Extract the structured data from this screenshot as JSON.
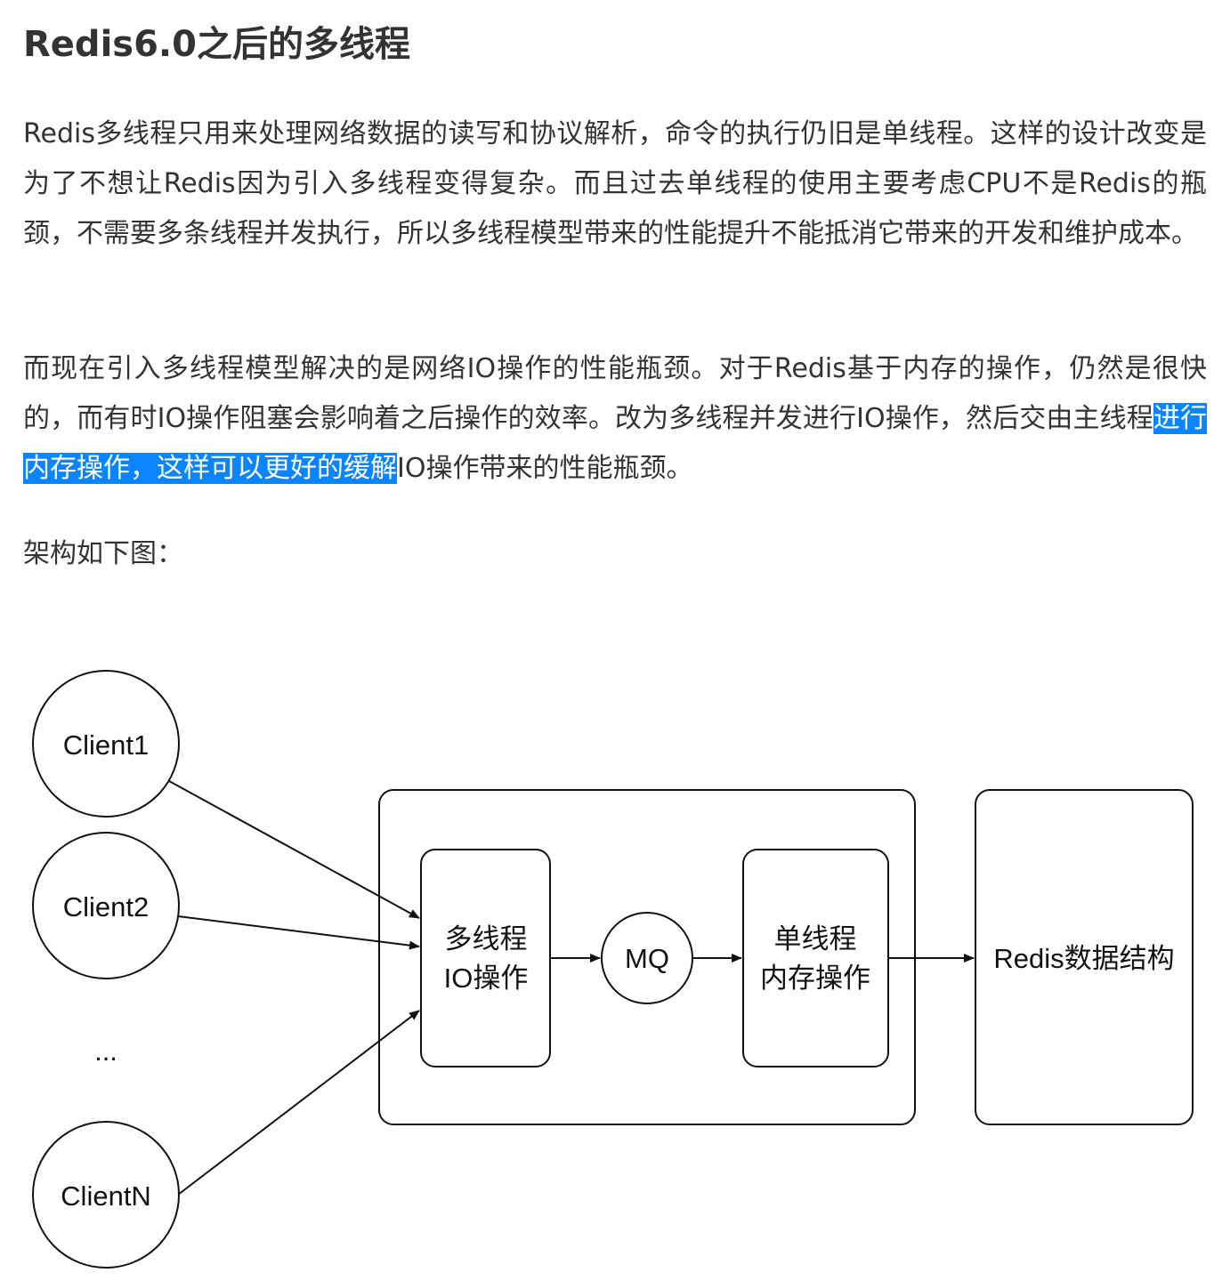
{
  "heading": "Redis6.0之后的多线程",
  "paragraph1": "Redis多线程只用来处理网络数据的读写和协议解析，命令的执行仍旧是单线程。这样的设计改变是为了不想让Redis因为引入多线程变得复杂。而且过去单线程的使用主要考虑CPU不是Redis的瓶颈，不需要多条线程并发执行，所以多线程模型带来的性能提升不能抵消它带来的开发和维护成本。",
  "paragraph2": {
    "before": "而现在引入多线程模型解决的是网络IO操作的性能瓶颈。对于Redis基于内存的操作，仍然是很快的，而有时IO操作阻塞会影响着之后操作的效率。改为多线程并发进行IO操作，然后交由主线程",
    "selected": "进行内存操作，这样可以更好的缓解",
    "after": "IO操作带来的性能瓶颈。"
  },
  "paragraph3": "架构如下图：",
  "diagram": {
    "clients": [
      "Client1",
      "Client2",
      "...",
      "ClientN"
    ],
    "io_box": [
      "多线程",
      "IO操作"
    ],
    "mq": "MQ",
    "mem_box": [
      "单线程",
      "内存操作"
    ],
    "redis_box": "Redis数据结构"
  },
  "colors": {
    "text": "#333333",
    "selection": "#0a84ff",
    "selection_text": "#ffffff",
    "diagram_line": "#111111"
  }
}
